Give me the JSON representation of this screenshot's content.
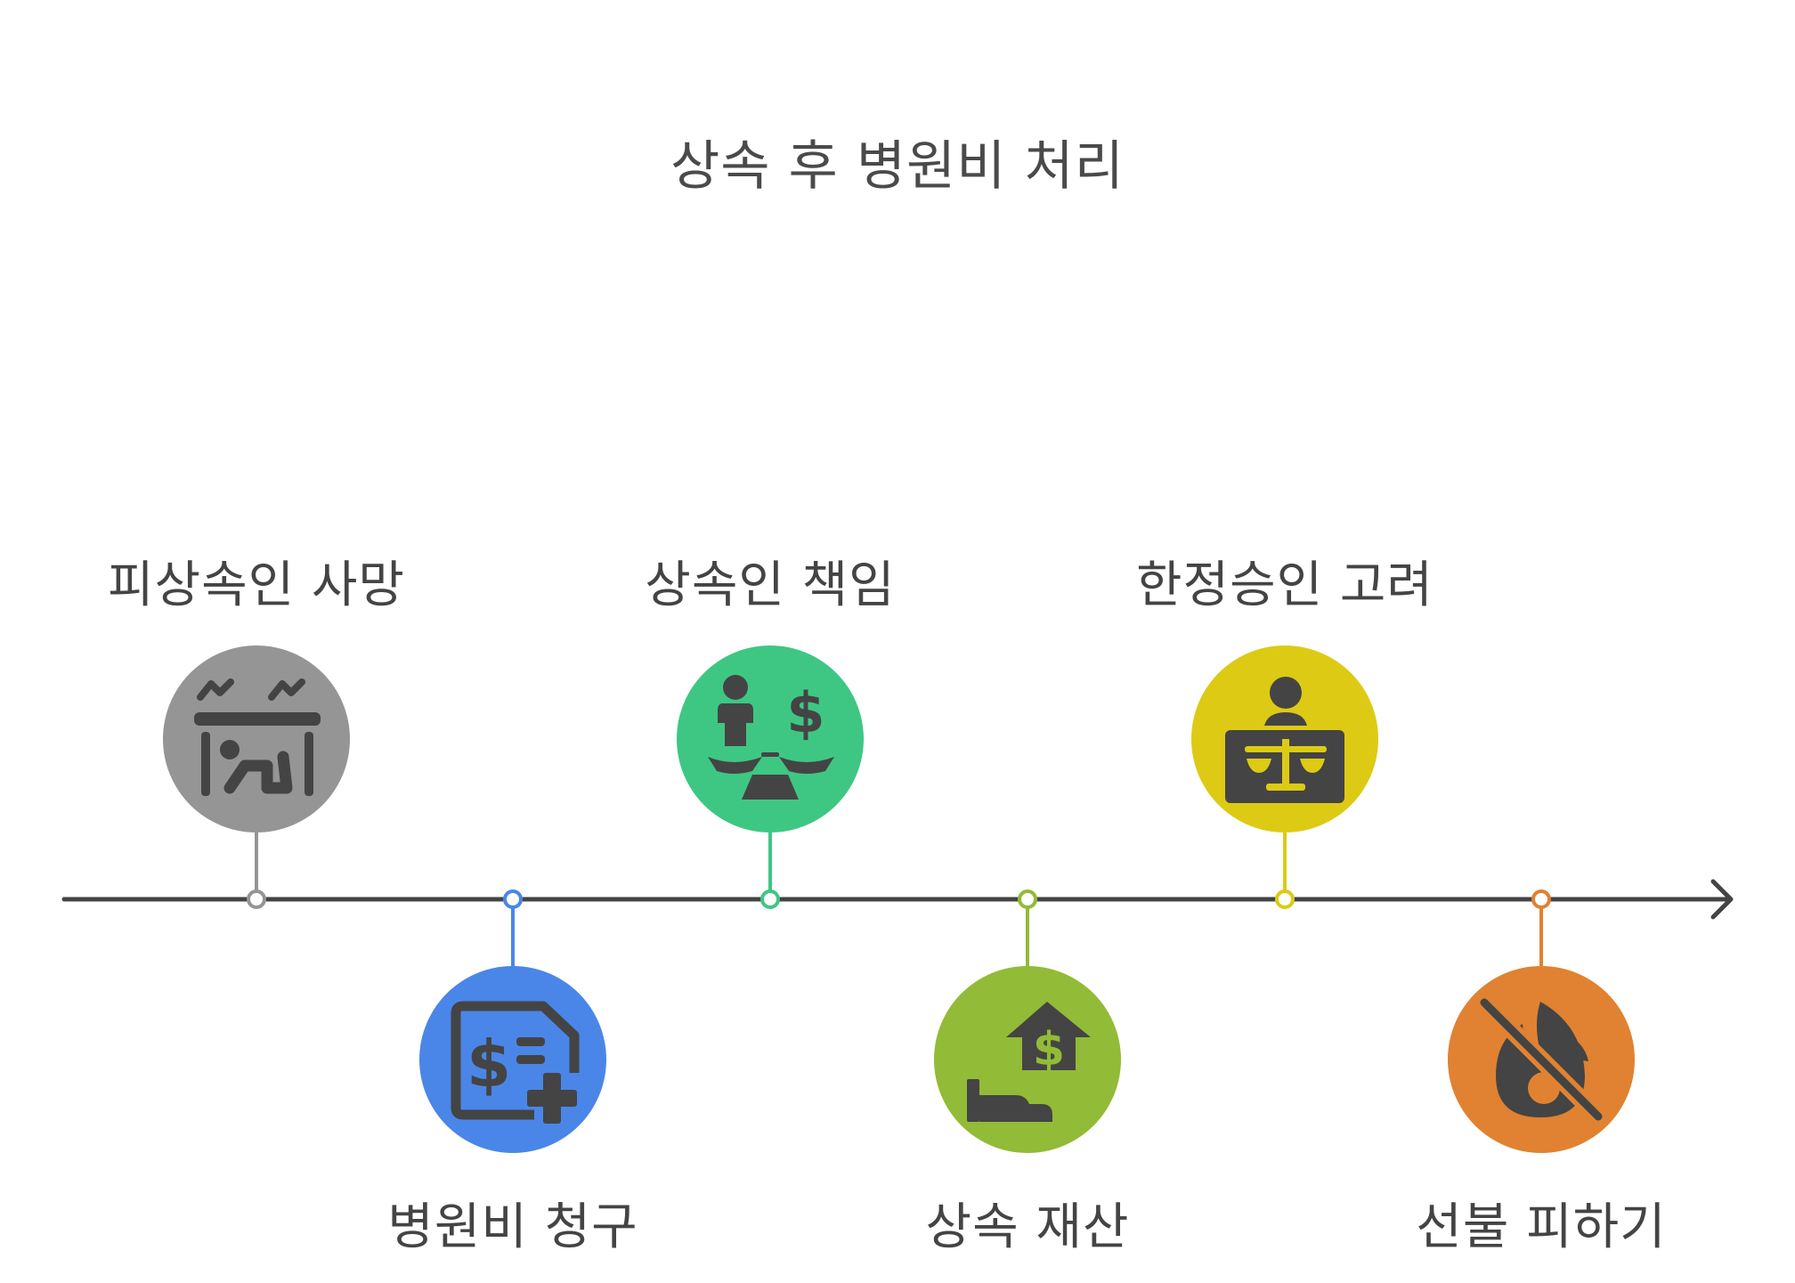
{
  "title": "상속 후 병원비 처리",
  "timeline": {
    "axis_color": "#444444",
    "steps": [
      {
        "label": "피상속인 사망",
        "position": "top",
        "color": "#959595",
        "icon": "deceased-person-icon"
      },
      {
        "label": "병원비 청구",
        "position": "bottom",
        "color": "#4a86e8",
        "icon": "medical-bill-icon"
      },
      {
        "label": "상속인 책임",
        "position": "top",
        "color": "#3ec783",
        "icon": "balance-scale-person-money-icon"
      },
      {
        "label": "상속 재산",
        "position": "bottom",
        "color": "#92bb37",
        "icon": "hand-house-money-icon"
      },
      {
        "label": "한정승인 고려",
        "position": "top",
        "color": "#ddca15",
        "icon": "judge-scales-icon"
      },
      {
        "label": "선불 피하기",
        "position": "bottom",
        "color": "#e08231",
        "icon": "no-fire-icon"
      }
    ]
  }
}
